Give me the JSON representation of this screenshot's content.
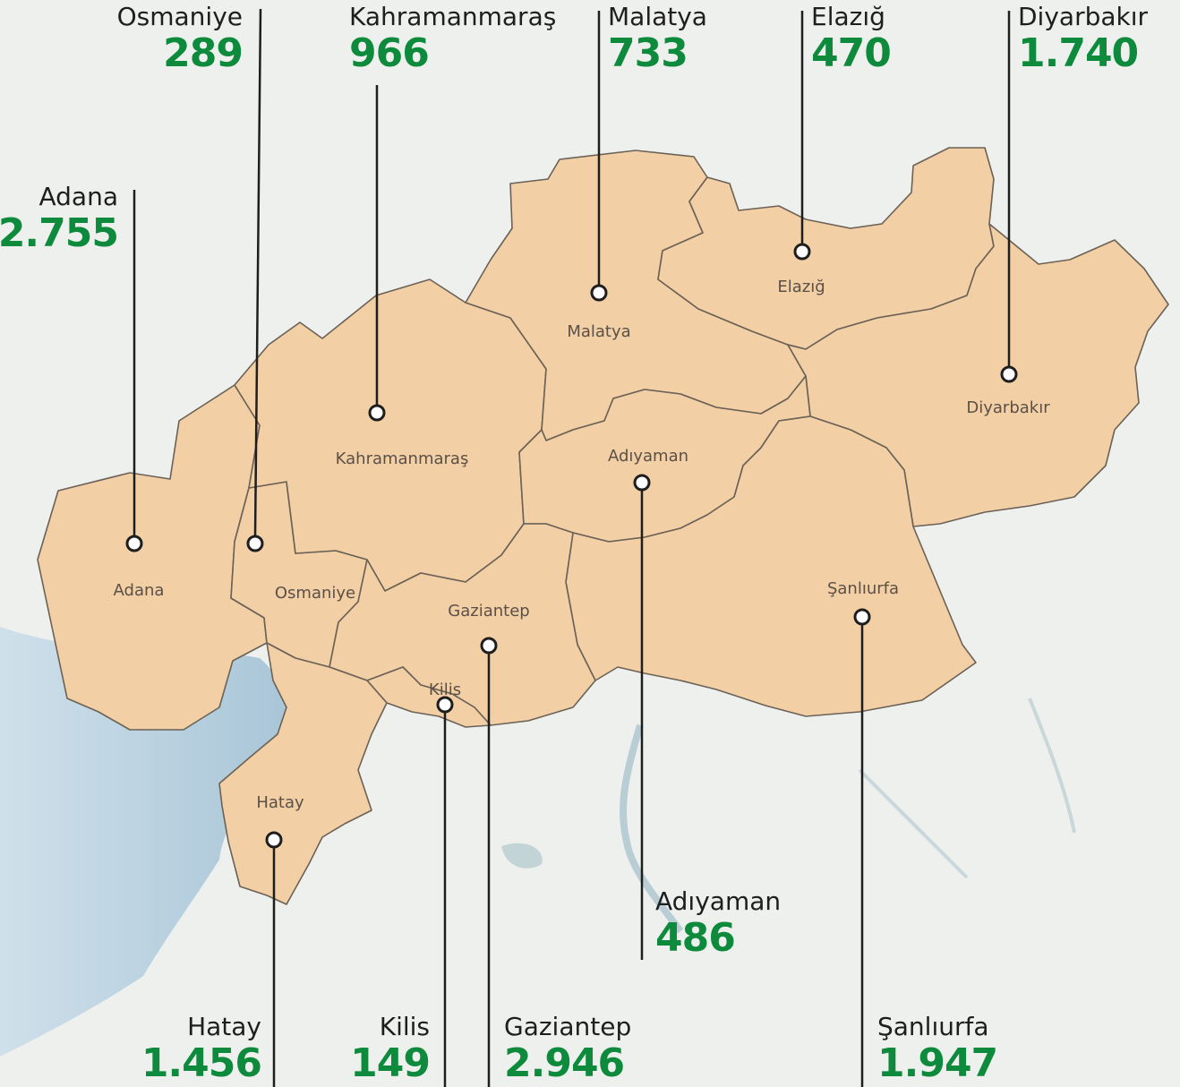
{
  "map": {
    "colors": {
      "land": "#f2cfa4",
      "border": "#6b6156",
      "sea": "#c4d9e6",
      "background": "#eef0ee",
      "value": "#0e8a3c",
      "lake": "#b7ccc0"
    },
    "provinces": [
      {
        "id": "osmaniye",
        "name": "Osmaniye",
        "label": "Osmaniye",
        "value": "289"
      },
      {
        "id": "kahramanmaras",
        "name": "Kahramanmaraş",
        "label": "Kahramanmaraş",
        "value": "966"
      },
      {
        "id": "malatya",
        "name": "Malatya",
        "label": "Malatya",
        "value": "733"
      },
      {
        "id": "elazig",
        "name": "Elazığ",
        "label": "Elazığ",
        "value": "470"
      },
      {
        "id": "diyarbakir",
        "name": "Diyarbakır",
        "label": "Diyarbakır",
        "value": "1.740"
      },
      {
        "id": "adana",
        "name": "Adana",
        "label": "Adana",
        "value": "2.755"
      },
      {
        "id": "adiyaman",
        "name": "Adıyaman",
        "label": "Adıyaman",
        "value": "486"
      },
      {
        "id": "hatay",
        "name": "Hatay",
        "label": "Hatay",
        "value": "1.456"
      },
      {
        "id": "kilis",
        "name": "Kilis",
        "label": "Kilis",
        "value": "149"
      },
      {
        "id": "gaziantep",
        "name": "Gaziantep",
        "label": "Gaziantep",
        "value": "2.946"
      },
      {
        "id": "sanliurfa",
        "name": "Şanlıurfa",
        "label": "Şanlıurfa",
        "value": "1.947"
      }
    ]
  }
}
